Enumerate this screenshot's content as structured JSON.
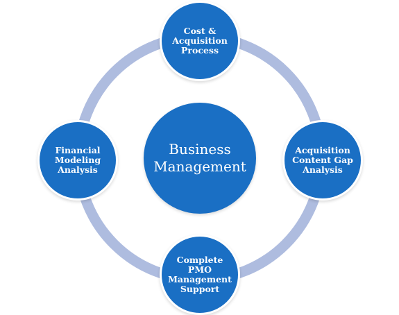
{
  "colors": {
    "ring": "#aebcdf",
    "node_fill": "#1a6fc4",
    "node_border": "#ffffff",
    "background": "#ffffff"
  },
  "diagram": {
    "center": {
      "label": "Business\nManagement"
    },
    "nodes": [
      {
        "id": "top",
        "label": "Cost &\nAcquisition\nProcess"
      },
      {
        "id": "right",
        "label": "Acquisition\nContent Gap\nAnalysis"
      },
      {
        "id": "bottom",
        "label": "Complete\nPMO\nManagement\nSupport"
      },
      {
        "id": "left",
        "label": "Financial\nModeling\nAnalysis"
      }
    ]
  }
}
